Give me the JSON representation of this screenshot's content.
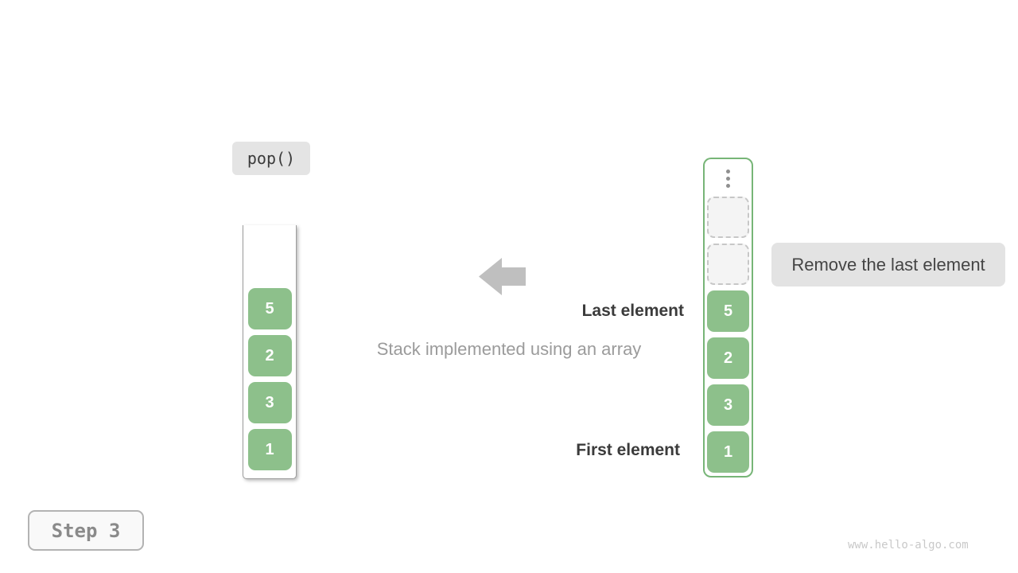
{
  "operation": {
    "label": "pop()"
  },
  "step_badge": {
    "label": "Step 3"
  },
  "caption": "Stack implemented using an array",
  "labels": {
    "last_element": "Last element",
    "first_element": "First element"
  },
  "callout": {
    "text": "Remove the last element"
  },
  "stack": {
    "values": [
      "5",
      "2",
      "3",
      "1"
    ]
  },
  "array": {
    "ellipsis_icon": "vertical-ellipsis",
    "empty_slots": 2,
    "values": [
      "5",
      "2",
      "3",
      "1"
    ]
  },
  "watermark": "www.hello-algo.com",
  "colors": {
    "cell_green": "#8dc08b",
    "array_border_green": "#77b577",
    "callout_gray": "#e3e3e3",
    "arrow_gray": "#bfbfbf",
    "dark_text": "#3b3b3b",
    "muted_text": "#9b9b9b"
  }
}
